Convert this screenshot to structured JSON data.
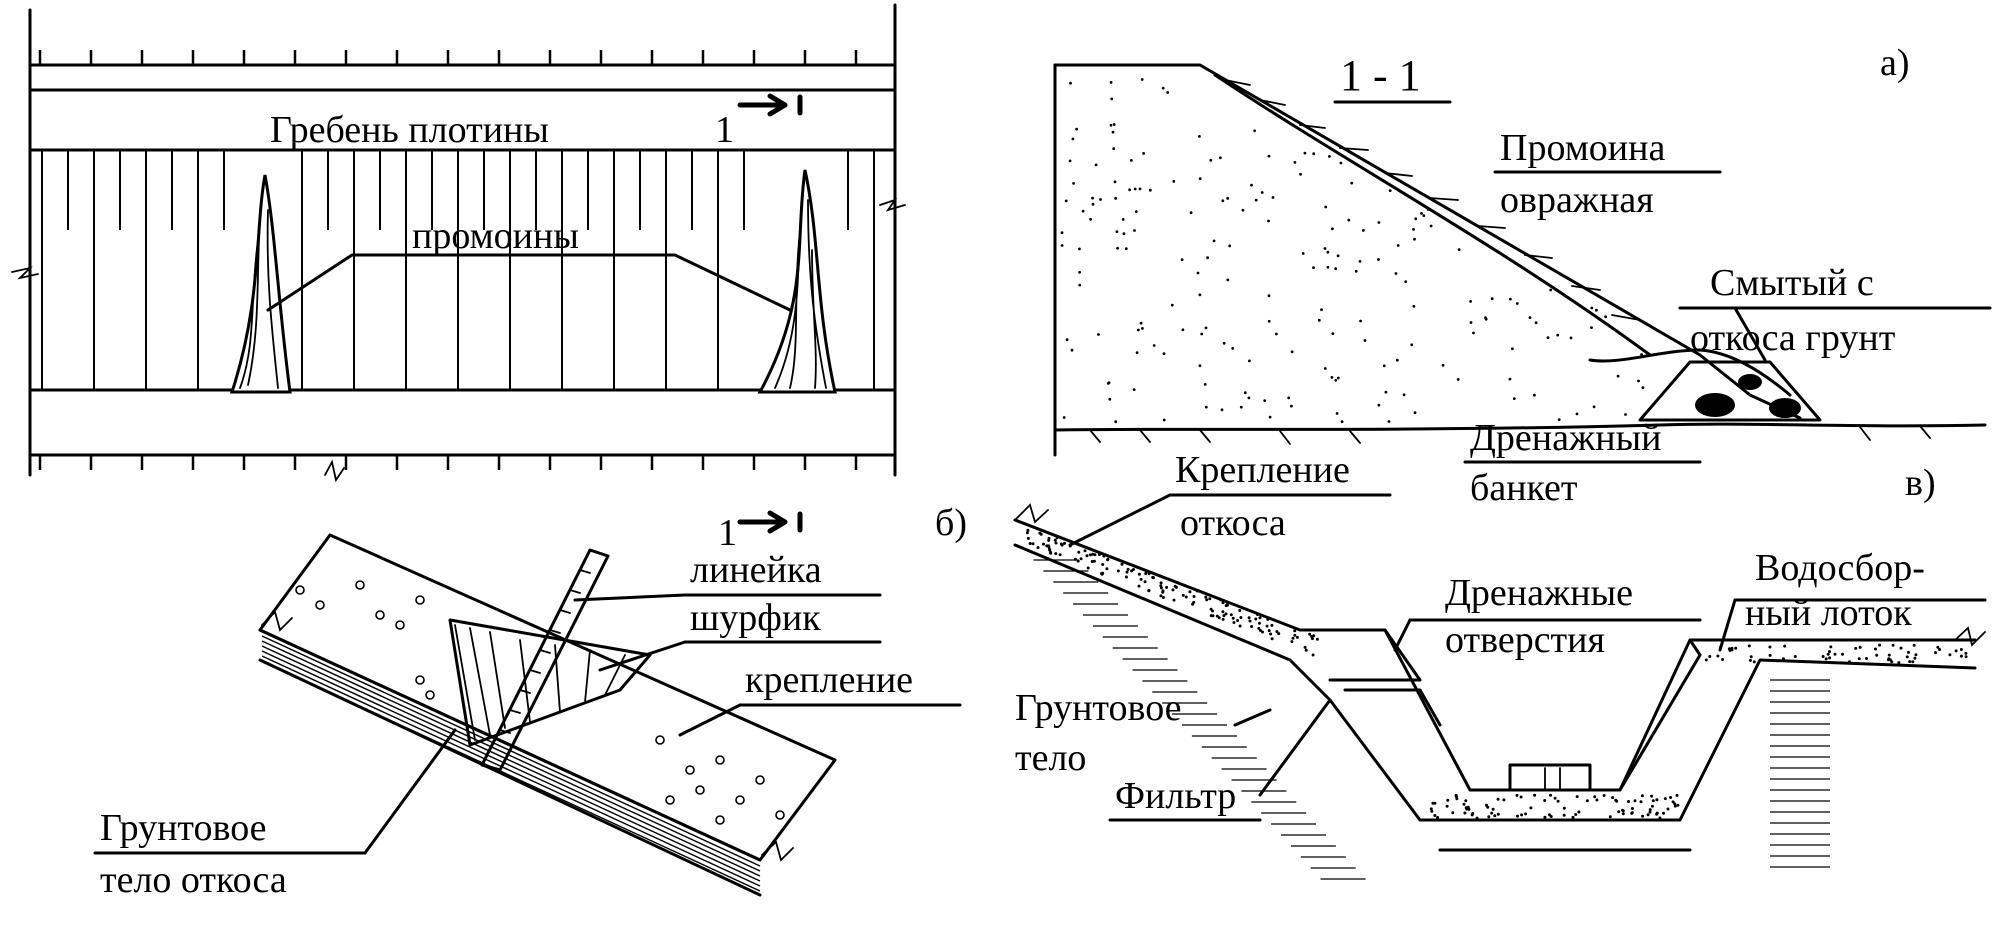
{
  "panel_plan": {
    "crest_label": "Гребень плотины",
    "section_mark": "1",
    "section_mark_bottom": "1",
    "gullies_label": "промоины"
  },
  "panel_a": {
    "section_title": "1 - 1",
    "letter": "а)",
    "gully_label_1": "Промоина",
    "gully_label_2": "овражная",
    "washed_soil_1": "Смытый с",
    "washed_soil_2": "откоса грунт",
    "drain_bank_1": "Дренажный",
    "drain_bank_2": "банкет"
  },
  "panel_b": {
    "letter": "б)",
    "ruler": "линейка",
    "pit": "шурфик",
    "lining": "крепление",
    "soil_body_1": "Грунтовое",
    "soil_body_2": "тело откоса"
  },
  "panel_v": {
    "letter": "в)",
    "slope_lining_1": "Крепление",
    "slope_lining_2": "откоса",
    "drain_holes_1": "Дренажные",
    "drain_holes_2": "отверстия",
    "collector_1": "Водосбор-",
    "collector_2": "ный лоток",
    "soil_body_1": "Грунтовое",
    "soil_body_2": "тело",
    "filter": "Фильтр"
  }
}
